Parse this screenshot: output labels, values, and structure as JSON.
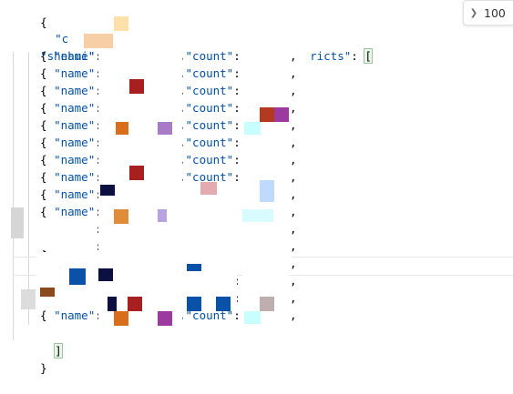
{
  "editor": {
    "open_brace": "{",
    "close_brace": "}",
    "count_key": "\"count\"",
    "shehui_key": "\"shehui\"",
    "districts_tail": "ricts\"",
    "colon": ":",
    "colon_space": ": ",
    "comma": ",",
    "open_bracket": "[",
    "close_bracket": "]",
    "item_open": "{ ",
    "item_close": "},",
    "name_key": "\"name\"",
    "count_key_item": "\"count\""
  },
  "zoom": {
    "value": "100"
  },
  "colors": {
    "key": "#0451a5",
    "bracket_highlight": "#9cc59c"
  }
}
